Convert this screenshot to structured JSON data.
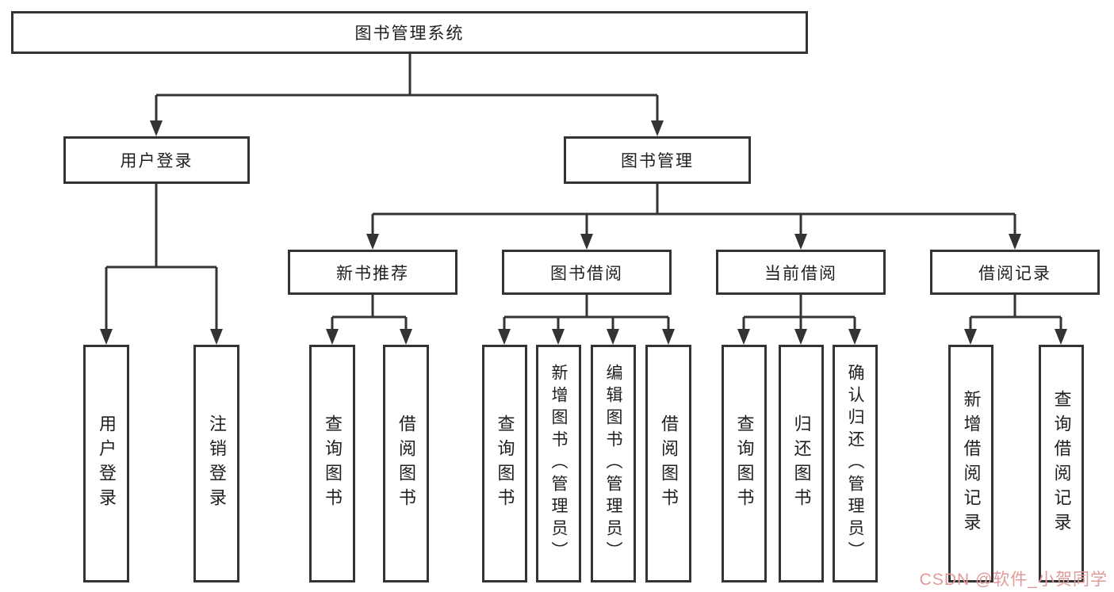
{
  "diagram": {
    "title": "图书管理系统",
    "root": {
      "label": "图书管理系统"
    },
    "level2": {
      "user_login": {
        "label": "用户登录"
      },
      "book_management": {
        "label": "图书管理"
      }
    },
    "level3": {
      "new_book_recommend": {
        "label": "新书推荐"
      },
      "book_borrow": {
        "label": "图书借阅"
      },
      "current_borrow": {
        "label": "当前借阅"
      },
      "borrow_records": {
        "label": "借阅记录"
      }
    },
    "leaves": {
      "user_login": {
        "label": "用户登录"
      },
      "logout": {
        "label": "注销登录"
      },
      "recommend_query_book": {
        "label": "查询图书"
      },
      "recommend_borrow_book": {
        "label": "借阅图书"
      },
      "borrow_query_book": {
        "label": "查询图书"
      },
      "borrow_add_book": {
        "label": "新增图书（管理员）"
      },
      "borrow_edit_book": {
        "label": "编辑图书（管理员）"
      },
      "borrow_borrow_book": {
        "label": "借阅图书"
      },
      "current_query_book": {
        "label": "查询图书"
      },
      "current_return_book": {
        "label": "归还图书"
      },
      "current_confirm_return": {
        "label": "确认归还（管理员）"
      },
      "records_add_record": {
        "label": "新增借阅记录"
      },
      "records_query_record": {
        "label": "查询借阅记录"
      }
    }
  },
  "watermark": {
    "text": "CSDN @软件_小贺同学"
  },
  "colors": {
    "line": "#333333",
    "box_border": "#333333",
    "box_fill": "#ffffff",
    "background": "#ffffff",
    "watermark": "#e09a9a"
  }
}
